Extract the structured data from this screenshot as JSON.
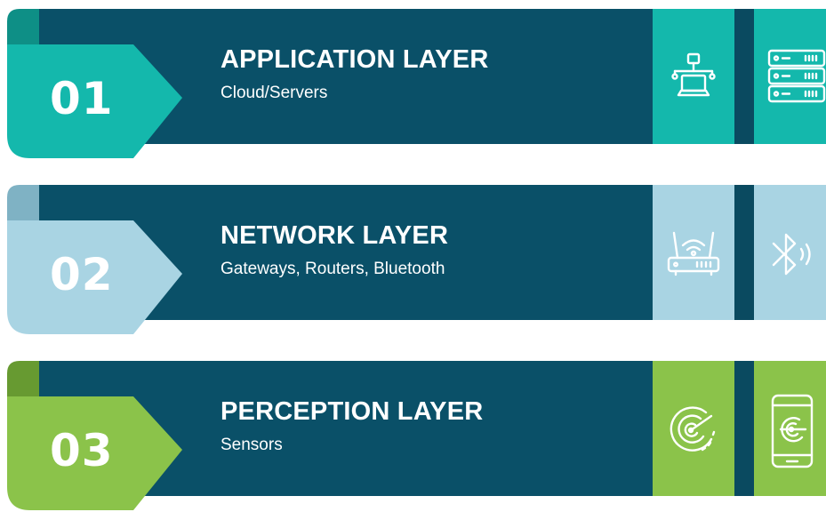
{
  "layers": [
    {
      "number": "01",
      "title": "APPLICATION LAYER",
      "subtitle": "Cloud/Servers",
      "accent_color": "#14b8ac",
      "fold_color": "#0e8f86",
      "icons": [
        "network-computer-icon",
        "server-rack-icon"
      ]
    },
    {
      "number": "02",
      "title": "NETWORK LAYER",
      "subtitle": "Gateways, Routers, Bluetooth",
      "accent_color": "#a9d4e3",
      "fold_color": "#7fb2c4",
      "icons": [
        "wifi-router-icon",
        "bluetooth-icon"
      ]
    },
    {
      "number": "03",
      "title": "PERCEPTION LAYER",
      "subtitle": "Sensors",
      "accent_color": "#8bc34a",
      "fold_color": "#679a31",
      "icons": [
        "radar-sensor-icon",
        "phone-sensor-icon"
      ]
    }
  ],
  "colors": {
    "band": "#0a5068",
    "divider": "#0a4a60"
  }
}
